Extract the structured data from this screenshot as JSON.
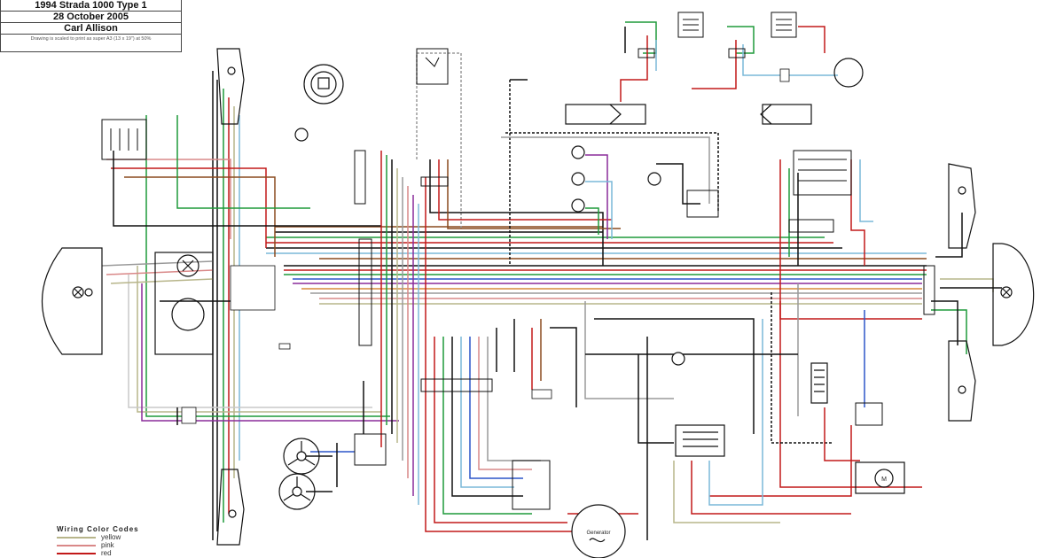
{
  "title_block": {
    "title": "1994 Strada 1000 Type 1",
    "date": "28 October 2005",
    "author": "Carl Allison",
    "note": "Drawing is scaled to print as super A3 (13 x 19\") at 50%"
  },
  "legend": {
    "title": "Wiring Color Codes",
    "items": [
      {
        "name": "yellow",
        "color": "#b7b58a"
      },
      {
        "name": "pink",
        "color": "#d98888"
      },
      {
        "name": "red",
        "color": "#c21818"
      }
    ]
  },
  "components": {
    "generator": "Generator",
    "motor": "M"
  },
  "wire_colors": {
    "black": "#111111",
    "red": "#c21818",
    "green": "#1f9a3a",
    "blue": "#2c55c9",
    "lightblue": "#7ab8d8",
    "brown": "#8a4a1f",
    "orange": "#d88a3a",
    "purple": "#8a2c9a",
    "gray": "#9a9a9a",
    "yellow": "#b7b58a",
    "pink": "#d98888",
    "white": "#c8c8c8"
  }
}
